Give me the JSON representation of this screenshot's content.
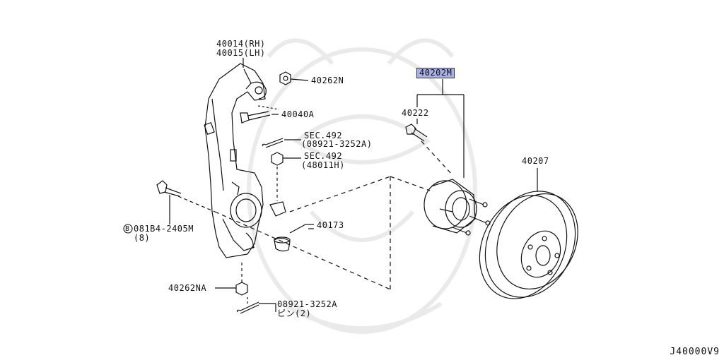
{
  "diagram": {
    "labels": {
      "knuckle_rh": "40014(RH)",
      "knuckle_lh": "40015(LH)",
      "nut_top": "40262N",
      "bolt_top": "40040A",
      "sec1_a": "SEC.492",
      "sec1_b": "(08921-3252A)",
      "sec2_a": "SEC.492",
      "sec2_b": "(48011H)",
      "bolt_left_a": "081B4-2405M",
      "bolt_left_b": "(8)",
      "bolt_left_circle": "B",
      "cap": "40173",
      "nut_bottom": "40262NA",
      "pin_bottom_a": "08921-3252A",
      "pin_bottom_b": "ピン(2)",
      "hub_assy": "40202M",
      "hub_bolt": "40222",
      "rotor": "40207"
    },
    "highlight_color": "#aab0e8",
    "diagram_code": "J40000V9"
  }
}
